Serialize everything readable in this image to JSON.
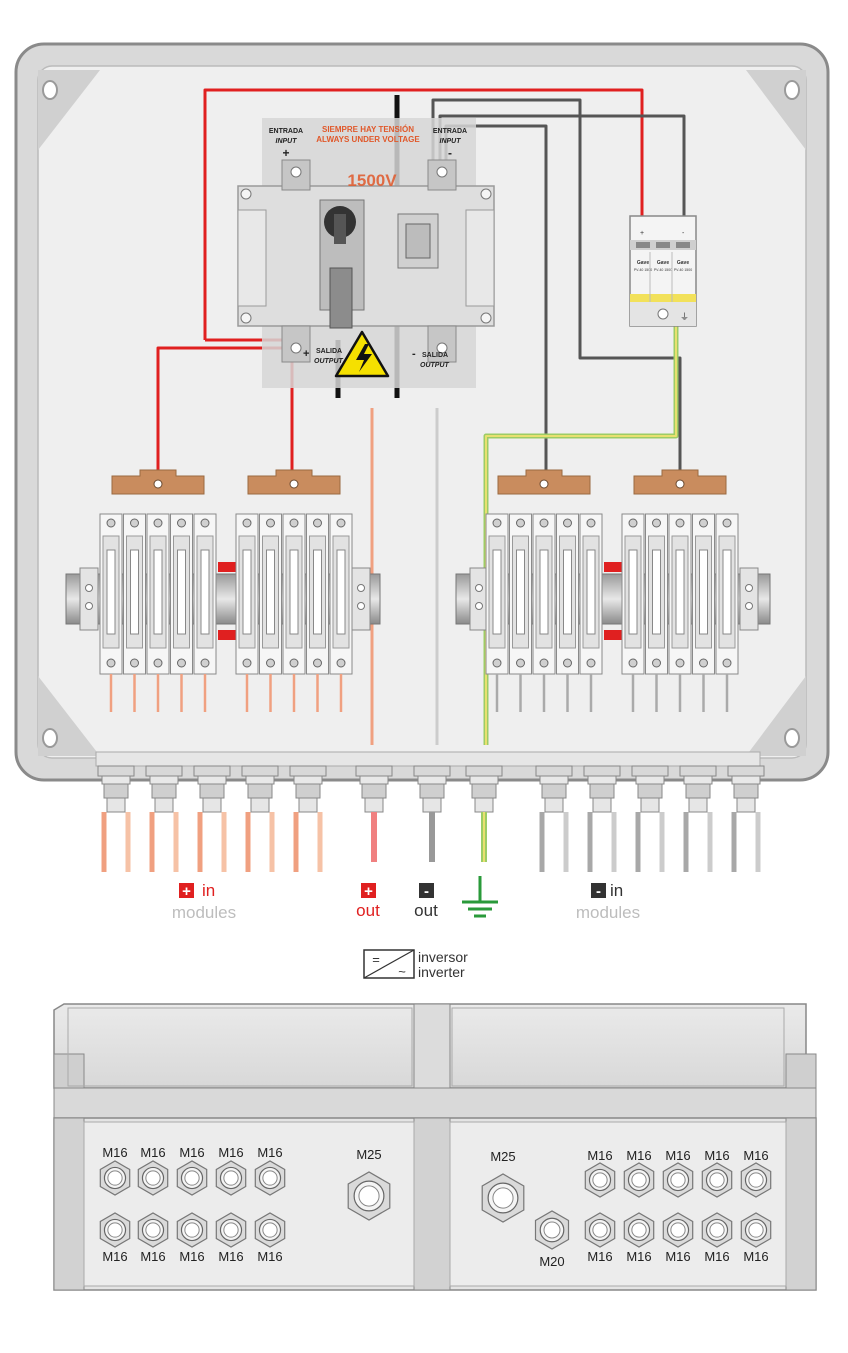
{
  "switch": {
    "top_warning_es": "SIEMPRE HAY TENSIÓN",
    "top_warning_en": "ALWAYS UNDER VOLTAGE",
    "voltage": "1500V",
    "input_left_es": "ENTRADA",
    "input_left_en": "INPUT",
    "input_left_sign": "+",
    "input_right_es": "ENTRADA",
    "input_right_en": "INPUT",
    "input_right_sign": "-",
    "output_left_es": "SALIDA",
    "output_left_en": "OUTPUT",
    "output_left_sign": "+",
    "output_right_es": "SALIDA",
    "output_right_en": "OUTPUT",
    "output_right_sign": "-"
  },
  "spd": {
    "plus": "+",
    "minus": "-",
    "brand": "Gave",
    "model": "PV-40 1500",
    "ground": "⏚"
  },
  "legend": {
    "plus_in_symbol": "+",
    "plus_in_label": "in",
    "plus_in_sub": "modules",
    "plus_out_symbol": "+",
    "plus_out_label": "out",
    "minus_out_symbol": "-",
    "minus_out_label": "out",
    "minus_in_symbol": "-",
    "minus_in_label": "in",
    "minus_in_sub": "modules",
    "inverter_es": "inversor",
    "inverter_en": "inverter",
    "inverter_symbol_dc": "=",
    "inverter_symbol_ac": "~"
  },
  "bottom_view": {
    "left_top_row": [
      "M16",
      "M16",
      "M16",
      "M16",
      "M16"
    ],
    "left_bottom_row": [
      "M16",
      "M16",
      "M16",
      "M16",
      "M16"
    ],
    "left_big": "M25",
    "right_big": "M25",
    "right_small": "M20",
    "right_top_row": [
      "M16",
      "M16",
      "M16",
      "M16",
      "M16"
    ],
    "right_bottom_row": [
      "M16",
      "M16",
      "M16",
      "M16",
      "M16"
    ]
  },
  "colors": {
    "positive_wire": "#e02020",
    "negative_wire": "#555555",
    "earth_wire_green": "#9ccc65",
    "earth_wire_yellow": "#e8e070",
    "positive_legend": "#e02020",
    "earth_symbol": "#2a9a3a",
    "fuse_tab": "#c98c5e",
    "warning": "#e0582a"
  }
}
